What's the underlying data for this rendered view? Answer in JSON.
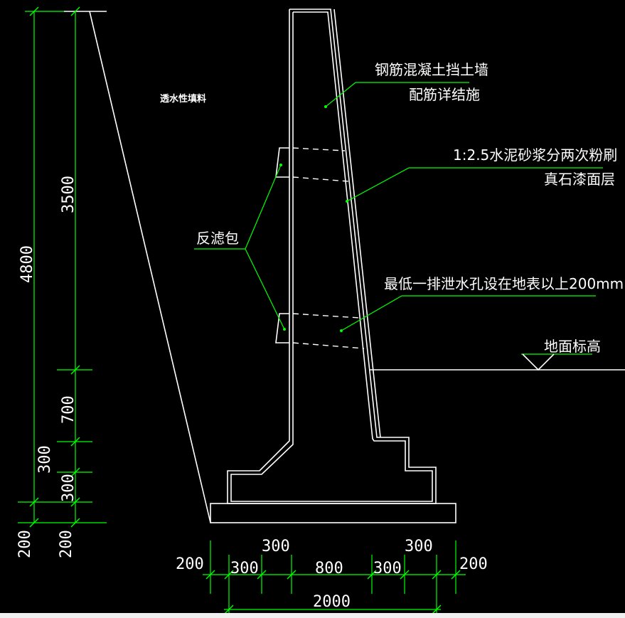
{
  "drawing": {
    "labels": {
      "wall_title_line1": "钢筋混凝土挡土墙",
      "wall_title_line2": "配筋详结施",
      "plaster_line1": "1:2.5水泥砂浆分两次粉刷",
      "plaster_line2": "真石漆面层",
      "drain_hole": "最低一排泄水孔设在地表以上200mm",
      "ground_level": "地面标高",
      "filter_pack": "反滤包",
      "backfill": "透水性填料"
    },
    "dims_vertical": {
      "total": "4800",
      "upper": "3500",
      "d700": "700",
      "d300_outer": "300",
      "d300_inner": "300",
      "d200_outer": "200",
      "d200_inner": "200"
    },
    "dims_horizontal": {
      "top_left_300": "300",
      "top_right_300": "300",
      "left_200": "200",
      "right_200": "200",
      "seg1_300": "300",
      "seg_800": "800",
      "seg2_300": "300",
      "total_2000": "2000"
    },
    "colors": {
      "background": "#000000",
      "lines": "#ffffff",
      "leaders": "#00ff00"
    }
  }
}
